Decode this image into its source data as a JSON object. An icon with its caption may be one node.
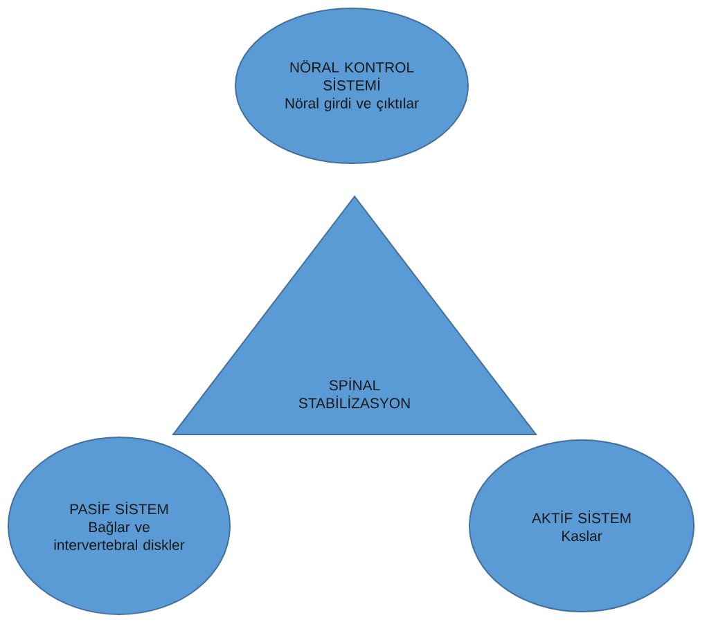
{
  "diagram": {
    "nodes": [
      {
        "text": [
          "NÖRAL KONTROL SİSTEMİ",
          "Nöral girdi ve çıktılar"
        ]
      },
      {
        "text": [
          "SPİNAL STABİLİZASYON"
        ]
      },
      {
        "text": [
          "PASİF SİSTEM",
          "Bağlar ve intervertebral diskler"
        ]
      },
      {
        "text": [
          "AKTİF SİSTEM",
          "Kaslar"
        ]
      }
    ]
  }
}
